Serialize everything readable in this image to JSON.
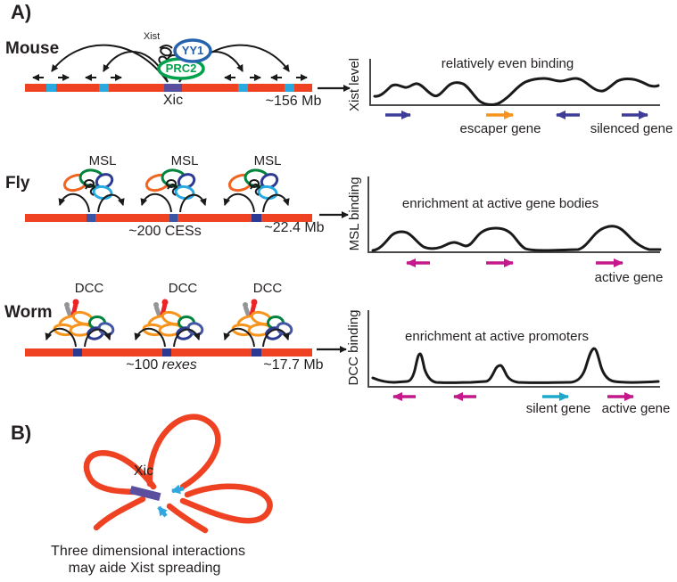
{
  "panelA": {
    "label": "A)",
    "mouse": {
      "name": "Mouse",
      "xist_label": "Xist",
      "yy1_label": "YY1",
      "prc2_label": "PRC2",
      "locus_label": "Xic",
      "size_label": "~156 Mb",
      "plot": {
        "ylabel": "Xist level",
        "title": "relatively even binding",
        "gene_labels": [
          "escaper gene",
          "silenced gene"
        ]
      }
    },
    "fly": {
      "name": "Fly",
      "complex_label": "MSL",
      "sites_label": "~200 CESs",
      "size_label": "~22.4 Mb",
      "plot": {
        "ylabel": "MSL binding",
        "title": "enrichment at active gene bodies",
        "gene_labels": [
          "active gene"
        ]
      }
    },
    "worm": {
      "name": "Worm",
      "complex_label": "DCC",
      "sites_label_prefix": "~100 ",
      "sites_label_italic": "rexes",
      "size_label": "~17.7 Mb",
      "plot": {
        "ylabel": "DCC binding",
        "title": "enrichment at active promoters",
        "gene_labels": [
          "silent gene",
          "active gene"
        ]
      }
    }
  },
  "panelB": {
    "label": "B)",
    "locus_label": "Xic",
    "caption_line1": "Three dimensional interactions",
    "caption_line2": "may aide Xist spreading"
  },
  "colors": {
    "chromosome": "#EE4223",
    "escape_site_blue": "#2AA9DF",
    "xic_purple": "#5A4E9F",
    "binding_site_blue": "#2B3990",
    "silenced_gene_arrow": "#3D3C98",
    "escaper_gene_arrow": "#F6921E",
    "active_gene_arrow": "#C4188C",
    "silent_gene_arrow": "#1FA8C9",
    "panelB_contact_arrow": "#2FA8DF",
    "yy1_blue": "#2563AF",
    "prc2_green": "#00A14B",
    "curve_black": "#1A1A1A"
  }
}
